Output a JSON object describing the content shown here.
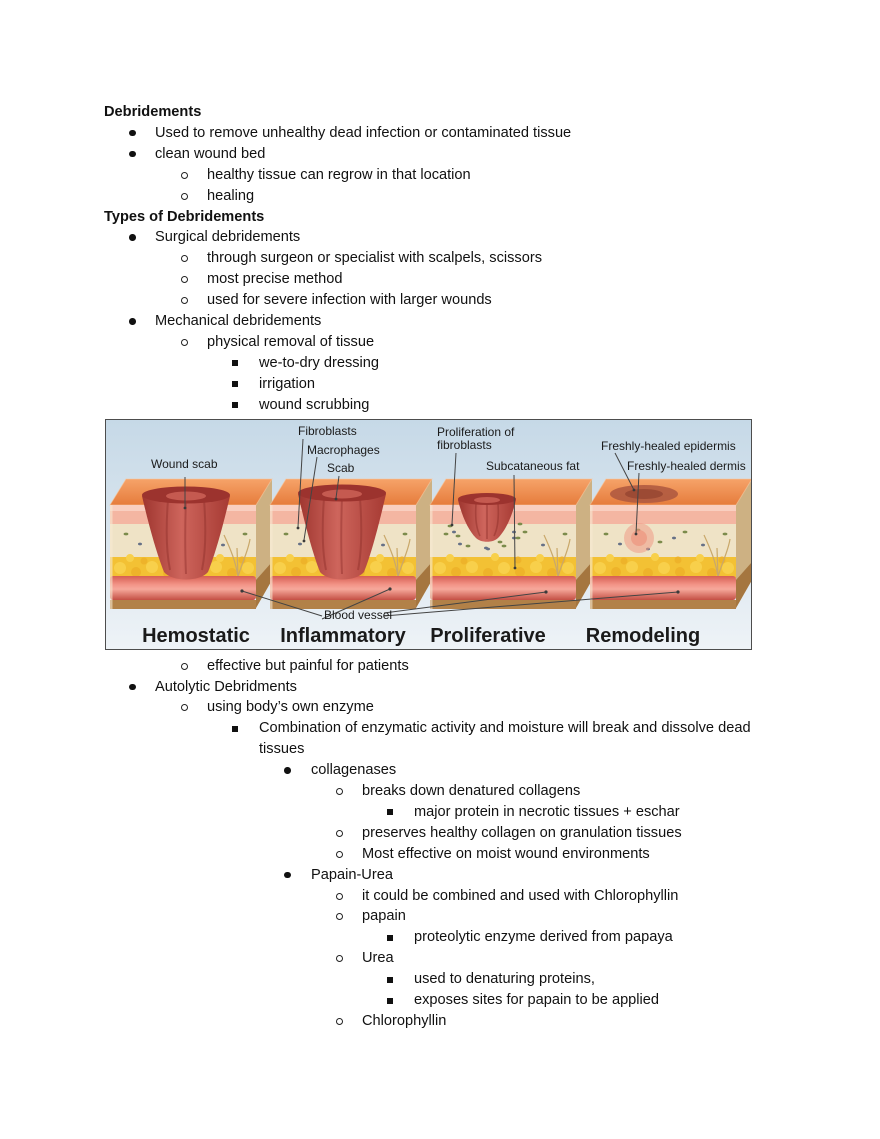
{
  "document": {
    "blocks": [
      {
        "kind": "heading",
        "text": "Debridements"
      },
      {
        "kind": "bullet",
        "level": 1,
        "text": "Used to remove unhealthy dead infection or contaminated tissue"
      },
      {
        "kind": "bullet",
        "level": 1,
        "text": "clean wound bed"
      },
      {
        "kind": "bullet",
        "level": 2,
        "text": "healthy tissue can regrow in that location"
      },
      {
        "kind": "bullet",
        "level": 2,
        "text": "healing"
      },
      {
        "kind": "heading",
        "text": "Types of Debridements"
      },
      {
        "kind": "bullet",
        "level": 1,
        "text": "Surgical debridements"
      },
      {
        "kind": "bullet",
        "level": 2,
        "text": "through surgeon or specialist with scalpels, scissors"
      },
      {
        "kind": "bullet",
        "level": 2,
        "text": "most precise method"
      },
      {
        "kind": "bullet",
        "level": 2,
        "text": "used for severe infection with larger wounds"
      },
      {
        "kind": "bullet",
        "level": 1,
        "text": "Mechanical debridements"
      },
      {
        "kind": "bullet",
        "level": 2,
        "text": "physical removal of tissue"
      },
      {
        "kind": "bullet",
        "level": 3,
        "text": "we-to-dry dressing"
      },
      {
        "kind": "bullet",
        "level": 3,
        "text": "irrigation"
      },
      {
        "kind": "bullet",
        "level": 3,
        "text": "wound scrubbing"
      },
      {
        "kind": "figure"
      },
      {
        "kind": "bullet",
        "level": 2,
        "text": "effective but painful for patients"
      },
      {
        "kind": "bullet",
        "level": 1,
        "text": "Autolytic Debridments"
      },
      {
        "kind": "bullet",
        "level": 2,
        "text": "using body’s own enzyme"
      },
      {
        "kind": "bullet",
        "level": 3,
        "text": "Combination of enzymatic activity and moisture will break and dissolve dead tissues"
      },
      {
        "kind": "bullet",
        "level": 4,
        "text": "collagenases"
      },
      {
        "kind": "bullet",
        "level": 5,
        "text": "breaks down denatured collagens"
      },
      {
        "kind": "bullet",
        "level": 6,
        "text": "major protein in necrotic tissues + eschar"
      },
      {
        "kind": "bullet",
        "level": 5,
        "text": "preserves healthy collagen on granulation tissues"
      },
      {
        "kind": "bullet",
        "level": 5,
        "text": "Most effective on moist wound environments"
      },
      {
        "kind": "bullet",
        "level": 4,
        "text": "Papain-Urea"
      },
      {
        "kind": "bullet",
        "level": 5,
        "text": "it could be combined and used with Chlorophyllin"
      },
      {
        "kind": "bullet",
        "level": 5,
        "text": "papain"
      },
      {
        "kind": "bullet",
        "level": 6,
        "text": "proteolytic enzyme derived from papaya"
      },
      {
        "kind": "bullet",
        "level": 5,
        "text": "Urea"
      },
      {
        "kind": "bullet",
        "level": 6,
        "text": "used to denaturing proteins,"
      },
      {
        "kind": "bullet",
        "level": 6,
        "text": "exposes sites for papain to be applied"
      },
      {
        "kind": "bullet",
        "level": 5,
        "text": "Chlorophyllin"
      }
    ],
    "bullet_glyphs_by_level": [
      "disc",
      "circle",
      "square",
      "disc",
      "circle",
      "square"
    ]
  },
  "figure": {
    "labels": {
      "wound_scab": "Wound scab",
      "fibroblasts": "Fibroblasts",
      "macrophages": "Macrophages",
      "scab": "Scab",
      "proliferation": "Proliferation of fibroblasts",
      "subcutaneous_fat": "Subcataneous fat",
      "healed_epidermis": "Freshly-healed epidermis",
      "healed_dermis": "Freshly-healed dermis",
      "blood_vessel": "Blood vessel"
    },
    "stages": [
      "Hemostatic",
      "Inflammatory",
      "Proliferative",
      "Remodeling"
    ],
    "colors": {
      "background_top": "#c6d9e7",
      "background_bottom": "#eef3f7",
      "epidermis_top": "#ed8a4c",
      "epidermis_pink": "#f4b6a2",
      "dermis": "#efe3c6",
      "fat": "#f3c134",
      "blood_vessel": "#ea7165",
      "base": "#b28148",
      "scab": "#b2453c",
      "label_text": "#1b1b1b",
      "stage_text": "#1a1a1a"
    }
  }
}
